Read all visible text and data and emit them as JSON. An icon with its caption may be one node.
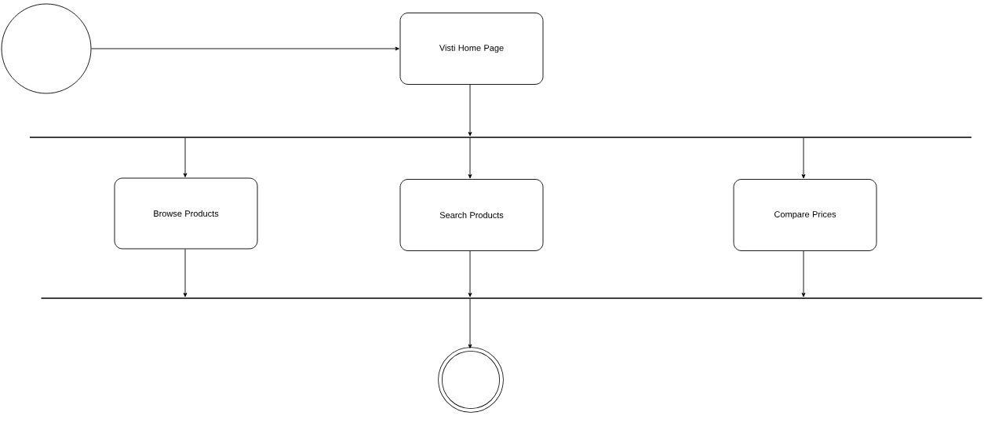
{
  "diagram": {
    "nodes": [
      {
        "text": [],
        "shape": "circle"
      },
      {
        "text": [
          "Visti Home Page"
        ]
      },
      {
        "text": [],
        "shape": "bar"
      },
      {
        "text": [
          "Browse Products"
        ]
      },
      {
        "text": [
          "Search Products"
        ]
      },
      {
        "text": [
          "Compare Prices"
        ]
      },
      {
        "text": [],
        "shape": "bar"
      },
      {
        "text": [],
        "shape": "circle"
      }
    ],
    "edges": [
      {
        "from": 0,
        "to": 1,
        "arrow": "to"
      },
      {
        "from": 1,
        "to": 2,
        "arrow": "to"
      },
      {
        "from": 2,
        "to": 3,
        "arrow": "to"
      },
      {
        "from": 2,
        "to": 4,
        "arrow": "to"
      },
      {
        "from": 2,
        "to": 5,
        "arrow": "to"
      },
      {
        "from": 3,
        "to": 6,
        "arrow": "to"
      },
      {
        "from": 4,
        "to": 6,
        "arrow": "to"
      },
      {
        "from": 5,
        "to": 6,
        "arrow": "to"
      },
      {
        "from": 6,
        "to": 7,
        "arrow": "to"
      }
    ]
  }
}
